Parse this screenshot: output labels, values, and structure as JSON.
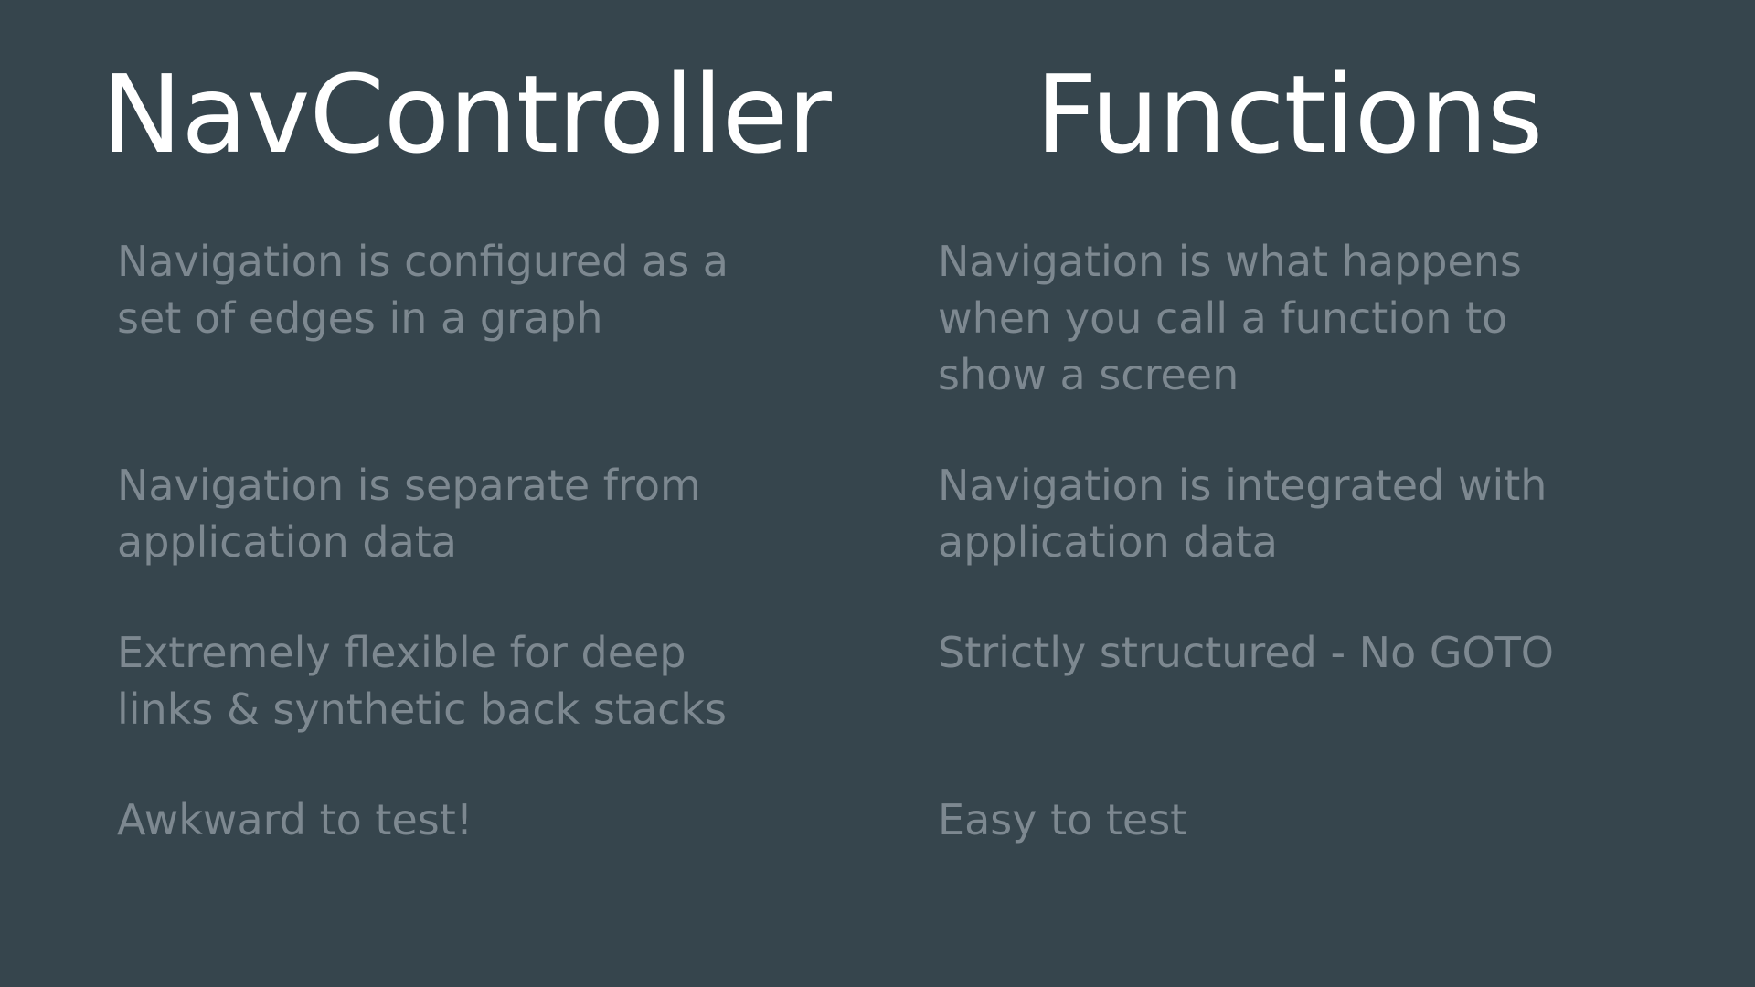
{
  "slide": {
    "left": {
      "title": "NavController",
      "points": [
        [
          "Navigation is configured as a",
          "set of edges in a graph"
        ],
        [
          "Navigation is separate from",
          "application data"
        ],
        [
          "Extremely flexible for deep",
          "links & synthetic back stacks"
        ],
        [
          "Awkward to test!"
        ]
      ]
    },
    "right": {
      "title": "Functions",
      "points": [
        [
          "Navigation is what happens",
          "when you call a function to",
          "show a screen"
        ],
        [
          "Navigation is integrated with",
          "application data"
        ],
        [
          "Strictly structured - No GOTO"
        ],
        [
          "Easy to test"
        ]
      ]
    }
  },
  "colors": {
    "background": "#36454d",
    "title": "#ffffff",
    "body_text": "#7d8890"
  }
}
